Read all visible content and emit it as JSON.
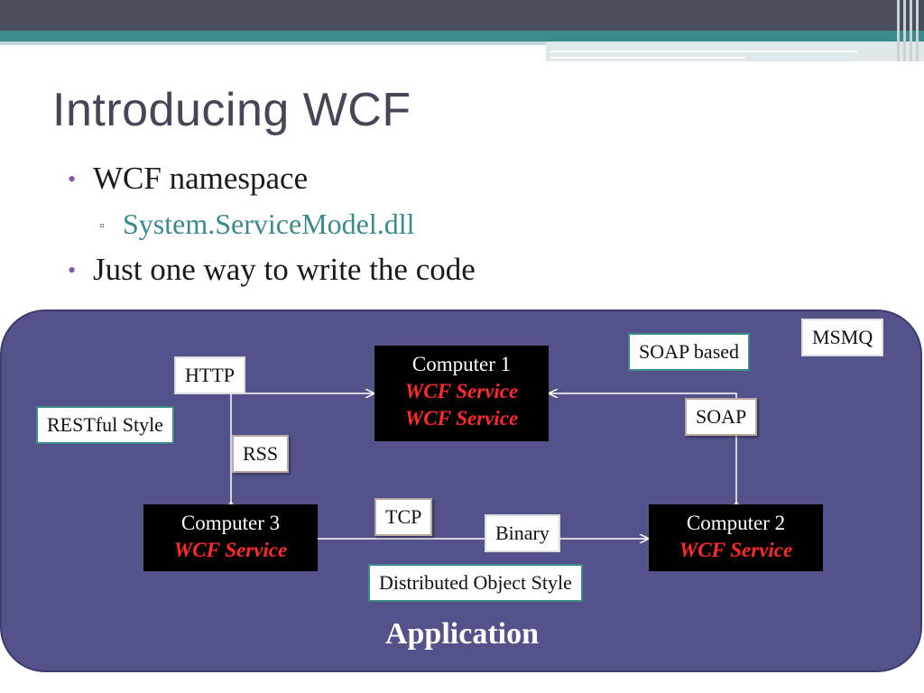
{
  "slide": {
    "title": "Introducing WCF",
    "bullets": [
      {
        "text": "WCF namespace",
        "sub": [
          "System.ServiceModel.dll"
        ]
      },
      {
        "text": "Just one way to write the code",
        "sub": []
      }
    ]
  },
  "diagram": {
    "computer1": {
      "name": "Computer 1",
      "services": [
        "WCF Service",
        "WCF Service"
      ]
    },
    "computer2": {
      "name": "Computer 2",
      "services": [
        "WCF Service"
      ]
    },
    "computer3": {
      "name": "Computer 3",
      "services": [
        "WCF Service"
      ]
    },
    "labels": {
      "http": "HTTP",
      "restful": "RESTful Style",
      "rss": "RSS",
      "tcp": "TCP",
      "binary": "Binary",
      "distributed": "Distributed Object Style",
      "soap_based": "SOAP based",
      "soap": "SOAP",
      "msmq": "MSMQ"
    },
    "application": "Application"
  },
  "colors": {
    "panel": "#53528a",
    "title": "#454759",
    "accent_teal": "#3b8a8c",
    "bullet_dot": "#7f5aa5",
    "service_red": "#ff2a2a"
  }
}
